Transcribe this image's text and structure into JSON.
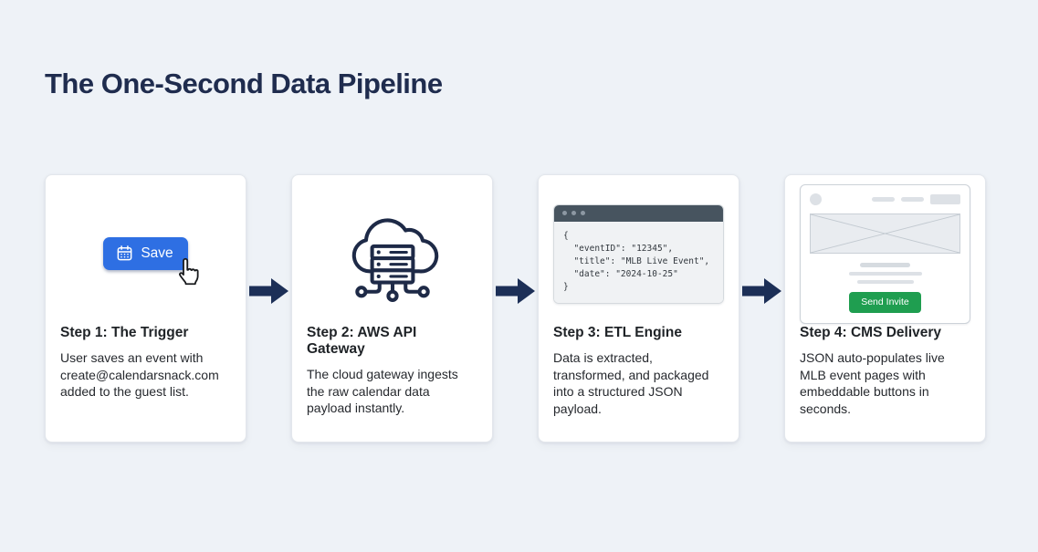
{
  "page": {
    "title": "The One-Second Data Pipeline"
  },
  "colors": {
    "background": "#eef2f7",
    "title_navy": "#1f2c4e",
    "arrow_navy": "#1c2f57",
    "icon_navy": "#1e2a47",
    "save_button_blue": "#2e6fe3",
    "code_titlebar_slate": "#47545f",
    "cta_green": "#1f9e50"
  },
  "steps": [
    {
      "title": "Step 1: The Trigger",
      "description": "User saves an event with create@calendarsnack.com added to the guest list.",
      "button_label": "Save",
      "icon": "save-button-with-calendar-and-cursor"
    },
    {
      "title": "Step 2: AWS API Gateway",
      "description": "The cloud gateway ingests the raw calendar data payload instantly.",
      "icon": "cloud-server-network"
    },
    {
      "title": "Step 3: ETL Engine",
      "description": "Data is extracted, transformed, and packaged into a structured JSON payload.",
      "icon": "code-window",
      "code": [
        "{",
        "  \"eventID\": \"12345\",",
        "  \"title\": \"MLB Live Event\",",
        "  \"date\": \"2024-10-25\"",
        "}"
      ]
    },
    {
      "title": "Step 4: CMS Delivery",
      "description": "JSON auto-populates live MLB event pages with embeddable buttons in seconds.",
      "icon": "webpage-wireframe",
      "button_label": "Send Invite"
    }
  ]
}
